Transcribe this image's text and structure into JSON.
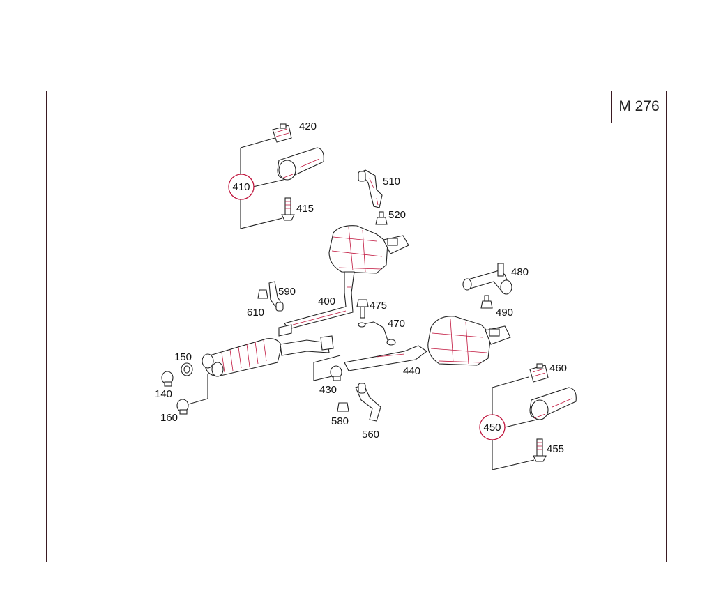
{
  "model_badge": "M 276",
  "callouts": {
    "c410": "410",
    "c450": "450"
  },
  "labels": {
    "p140": "140",
    "p150": "150",
    "p160": "160",
    "p400": "400",
    "p415": "415",
    "p420": "420",
    "p430": "430",
    "p440": "440",
    "p455": "455",
    "p460": "460",
    "p470": "470",
    "p475": "475",
    "p480": "480",
    "p490": "490",
    "p510": "510",
    "p520": "520",
    "p560": "560",
    "p580": "580",
    "p590": "590",
    "p610": "610"
  },
  "colors": {
    "accent": "#c0143c",
    "line": "#222222"
  }
}
